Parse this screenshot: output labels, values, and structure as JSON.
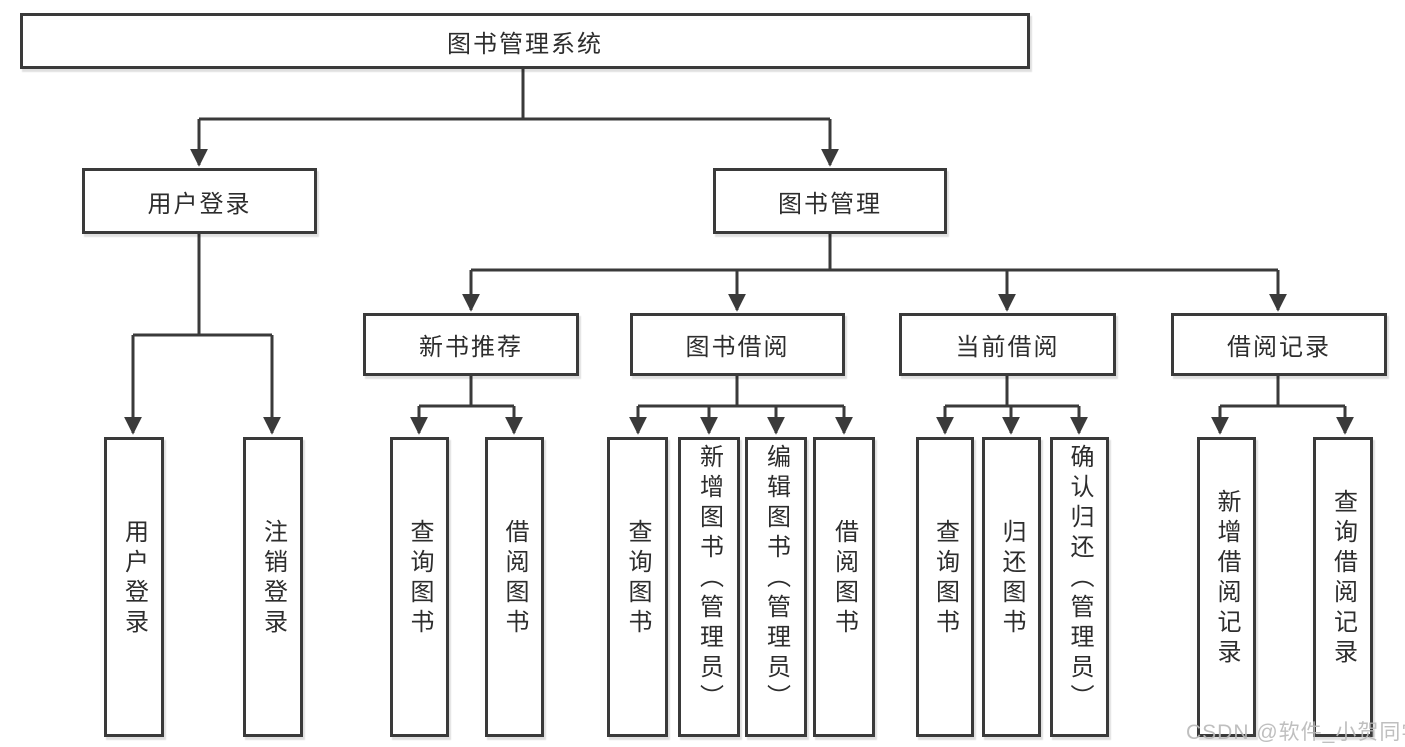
{
  "colors": {
    "line": "#3a3a3a",
    "node_border": "#3a3a3a",
    "node_text": "#2d2d2d",
    "background": "#ffffff",
    "watermark_text": "#bababa"
  },
  "tree": {
    "root": "图书管理系统",
    "branches": [
      {
        "label": "用户登录",
        "children": [
          {
            "label": "用户登录"
          },
          {
            "label": "注销登录"
          }
        ]
      },
      {
        "label": "图书管理",
        "groups": [
          {
            "label": "新书推荐",
            "children": [
              {
                "label": "查询图书"
              },
              {
                "label": "借阅图书"
              }
            ]
          },
          {
            "label": "图书借阅",
            "children": [
              {
                "label": "查询图书"
              },
              {
                "label": "新增图书（管理员）"
              },
              {
                "label": "编辑图书（管理员）"
              },
              {
                "label": "借阅图书"
              }
            ]
          },
          {
            "label": "当前借阅",
            "children": [
              {
                "label": "查询图书"
              },
              {
                "label": "归还图书"
              },
              {
                "label": "确认归还（管理员）"
              }
            ]
          },
          {
            "label": "借阅记录",
            "children": [
              {
                "label": "新增借阅记录"
              },
              {
                "label": "查询借阅记录"
              }
            ]
          }
        ]
      }
    ]
  },
  "watermark": "CSDN @软件_小贺同学"
}
